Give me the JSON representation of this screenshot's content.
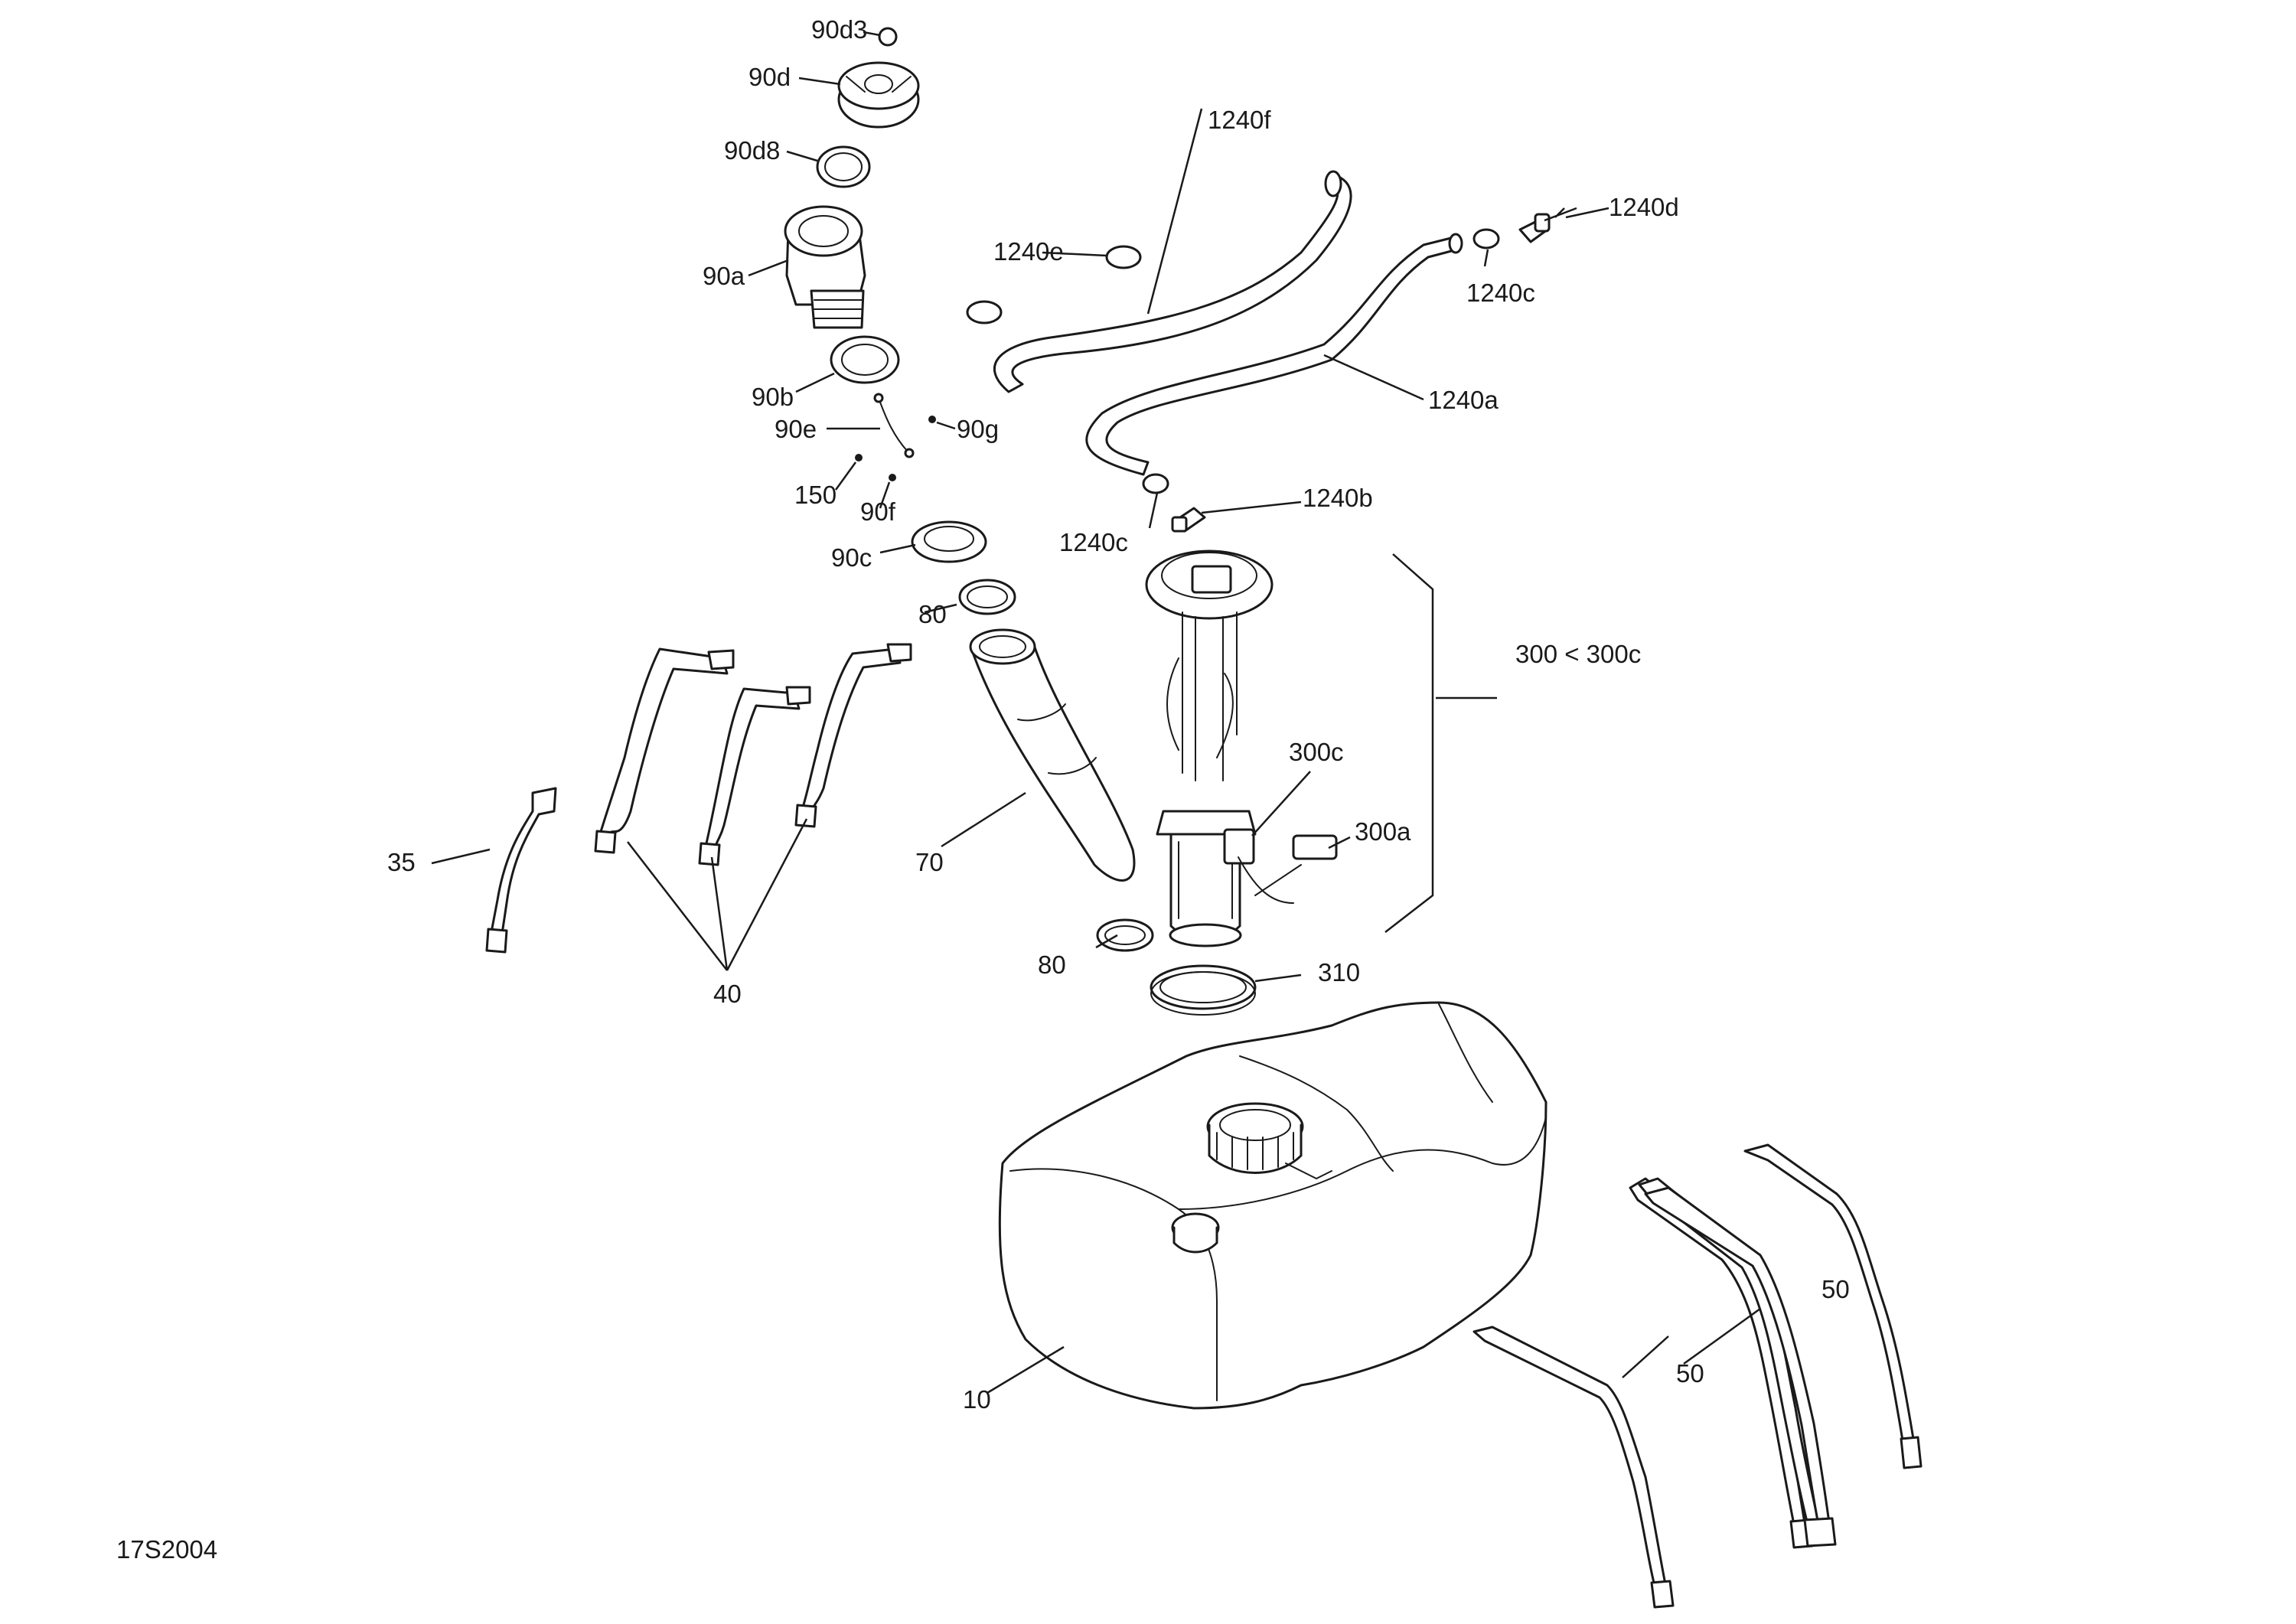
{
  "diagram_id": "17S2004",
  "callouts": {
    "c90d3": "90d3",
    "c90d": "90d",
    "c90d8": "90d8",
    "c90a": "90a",
    "c90b": "90b",
    "c90e": "90e",
    "c90g": "90g",
    "c150": "150",
    "c90f": "90f",
    "c90c": "90c",
    "c80a": "80",
    "c80b": "80",
    "c70": "70",
    "c35": "35",
    "c40": "40",
    "c10": "10",
    "c50a": "50",
    "c50b": "50",
    "c1240f": "1240f",
    "c1240e": "1240e",
    "c1240d": "1240d",
    "c1240c_top": "1240c",
    "c1240c_bottom": "1240c",
    "c1240a": "1240a",
    "c1240b": "1240b",
    "c300group": "300 < 300c",
    "c300c": "300c",
    "c300a": "300a",
    "c310": "310"
  }
}
